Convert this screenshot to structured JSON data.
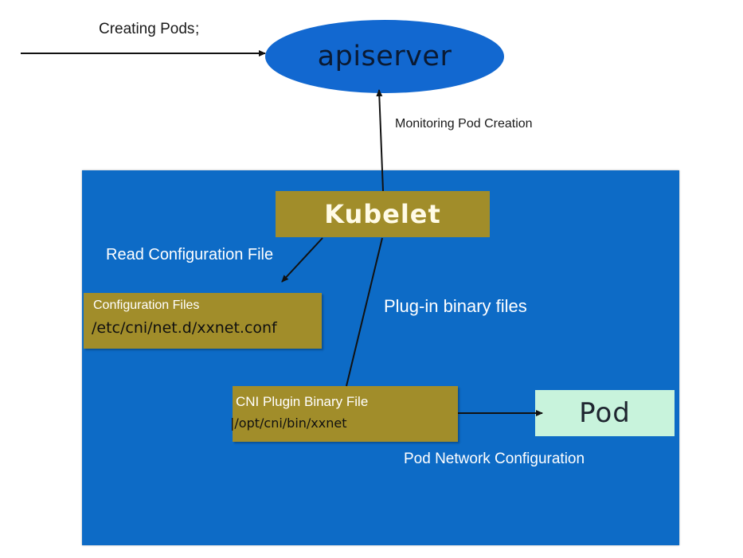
{
  "nodes": {
    "apiserver": "apiserver",
    "kubelet": "Kubelet",
    "pod": "Pod",
    "config_files": {
      "title": "Configuration Files",
      "path": "/etc/cni/net.d/xxnet.conf"
    },
    "cni_plugin": {
      "title": "CNI Plugin Binary File",
      "path": "|/opt/cni/bin/xxnet"
    }
  },
  "edge_labels": {
    "creating_pods": "Creating Pods",
    "creating_pods_mark": ";",
    "monitoring": "Monitoring Pod Creation",
    "read_config": "Read Configuration File",
    "plugin_binary": "Plug-in binary files",
    "pod_network": "Pod Network Configuration"
  },
  "colors": {
    "panel": "#0d6bc6",
    "ellipse": "#1268d0",
    "gold_box": "#a18d2a",
    "pod_box": "#c8f3dc"
  }
}
